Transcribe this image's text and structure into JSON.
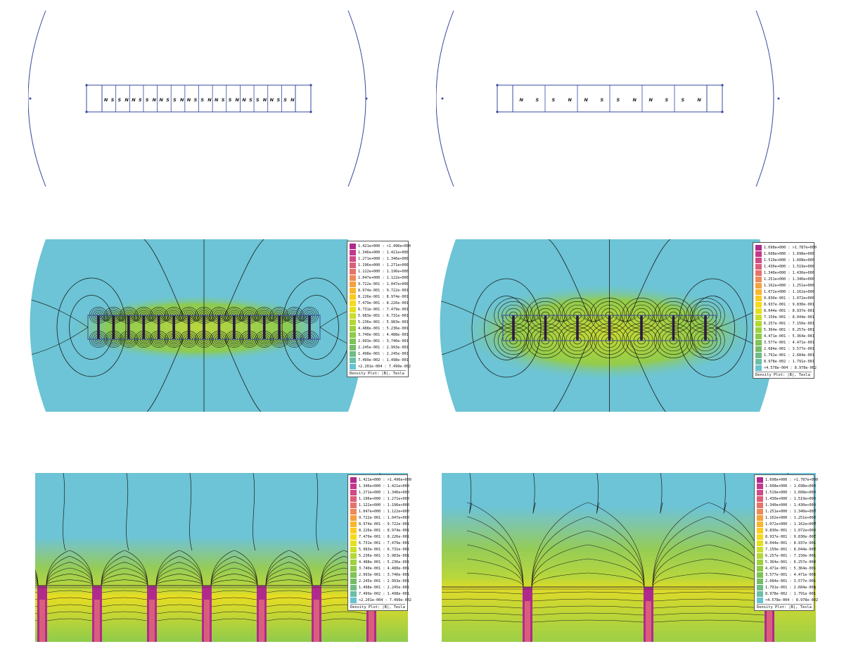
{
  "magnets": {
    "left_labels": [
      "N",
      "S",
      "S",
      "N",
      "N",
      "S",
      "S",
      "N",
      "N",
      "S",
      "S",
      "N",
      "N",
      "S",
      "S",
      "N",
      "N",
      "S",
      "S",
      "N",
      "N",
      "S",
      "S",
      "N",
      "N",
      "S",
      "S",
      "N"
    ],
    "right_labels": [
      "N",
      "S",
      "S",
      "N",
      "N",
      "S",
      "S",
      "N",
      "N",
      "S",
      "S",
      "N"
    ]
  },
  "legend_left": {
    "title": "Density Plot: |B|, Tesla",
    "rows": [
      "1.421e+000 : >1.496e+000",
      "1.346e+000 : 1.421e+000",
      "1.271e+000 : 1.346e+000",
      "1.196e+000 : 1.271e+000",
      "1.122e+000 : 1.196e+000",
      "1.047e+000 : 1.122e+000",
      "9.722e-001 : 1.047e+000",
      "8.974e-001 : 9.722e-001",
      "8.226e-001 : 8.974e-001",
      "7.479e-001 : 8.226e-001",
      "6.731e-001 : 7.479e-001",
      "5.983e-001 : 6.731e-001",
      "5.236e-001 : 5.983e-001",
      "4.488e-001 : 5.236e-001",
      "3.740e-001 : 4.488e-001",
      "2.993e-001 : 3.740e-001",
      "2.245e-001 : 2.993e-001",
      "1.498e-001 : 2.245e-001",
      "7.499e-002 : 1.498e-001",
      "<2.201e-004 : 7.499e-002"
    ]
  },
  "legend_right": {
    "title": "Density Plot: |B|, Tesla",
    "rows": [
      "1.698e+000 : >1.787e+000",
      "1.608e+000 : 1.698e+000",
      "1.519e+000 : 1.608e+000",
      "1.430e+000 : 1.519e+000",
      "1.340e+000 : 1.430e+000",
      "1.251e+000 : 1.340e+000",
      "1.162e+000 : 1.251e+000",
      "1.072e+000 : 1.162e+000",
      "9.830e-001 : 1.072e+000",
      "8.937e-001 : 9.830e-001",
      "8.044e-001 : 8.937e-001",
      "7.150e-001 : 8.044e-001",
      "6.257e-001 : 7.150e-001",
      "5.364e-001 : 6.257e-001",
      "4.471e-001 : 5.364e-001",
      "3.577e-001 : 4.471e-001",
      "2.684e-001 : 3.577e-001",
      "1.791e-001 : 2.684e-001",
      "8.978e-002 : 1.791e-001",
      "<4.578e-004 : 8.978e-002"
    ]
  },
  "colors": {
    "scale": [
      "#b02a8c",
      "#c2398c",
      "#d04a86",
      "#dc5f7a",
      "#e5736a",
      "#ee8a55",
      "#f4a13f",
      "#f8b72c",
      "#fbcb1f",
      "#f6da1c",
      "#e4e020",
      "#cbdf2a",
      "#b2d935",
      "#9ed23f",
      "#8dcb4a",
      "#7fc356",
      "#77bc68",
      "#6fbd86",
      "#6bbfa6",
      "#68c3d3"
    ],
    "field_bg": "#6cc4d6",
    "outline": "#3848a0",
    "field_line": "#1c1c1c"
  }
}
